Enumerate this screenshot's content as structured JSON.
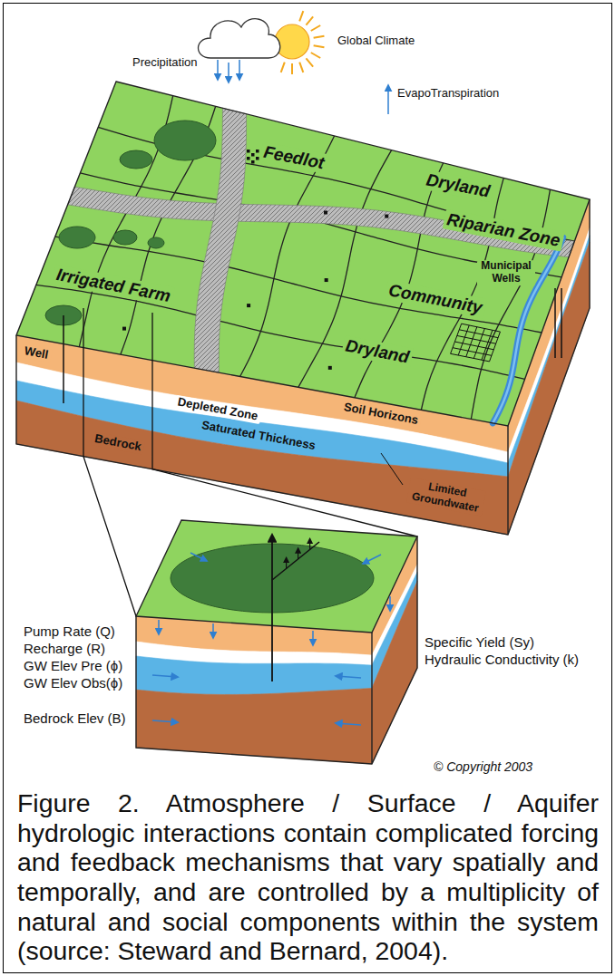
{
  "diagram": {
    "caption": "Figure 2. Atmosphere / Surface / Aquifer hydrologic interactions contain complicated forcing and feedback mechanisms that vary spatially and temporally, and are controlled by a multiplicity of natural and social components within the system (source: Steward and Bernard, 2004).",
    "labels": [
      "Global Climate",
      "Precipitation",
      "EvapoTranspiration",
      "Feedlot",
      "Dryland",
      "Riparian Zone",
      "Irrigated Farm",
      "Community",
      "Municipal Wells",
      "Dryland",
      "Well",
      "Soil Horizons",
      "Depleted Zone",
      "Saturated Thickness",
      "Limited Groundwater",
      "Bedrock",
      "Pump Rate (Q)",
      "Recharge (R)",
      "GW Elev Pre (ϕ)",
      "GW Elev Obs(ϕ)",
      "Specific Yield (Sy)",
      "Hydraulic Conductivity (k)",
      "Bedrock Elev (B)",
      "© Copyright 2003"
    ]
  }
}
